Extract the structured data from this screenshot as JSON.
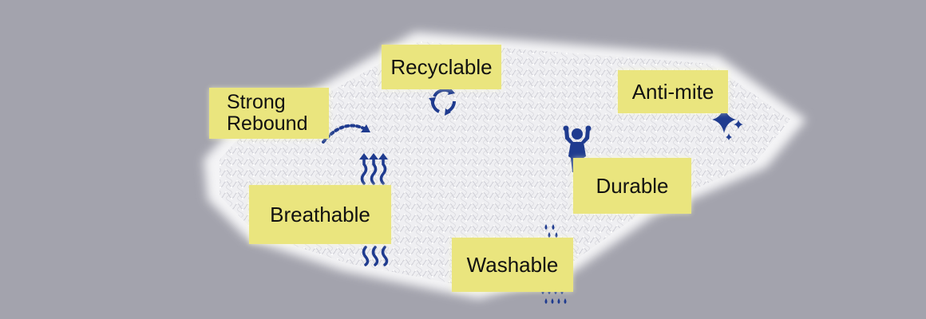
{
  "features": {
    "recyclable": {
      "label": "Recyclable",
      "icon": "recycle-arrows-icon"
    },
    "anti_mite": {
      "label": "Anti-mite",
      "icon": "sparkle-icon"
    },
    "strong_rebound": {
      "label": "Strong\nRebound",
      "icon": "dotted-arc-arrow-icon"
    },
    "durable": {
      "label": "Durable",
      "icon": "person-flexing-icon"
    },
    "breathable": {
      "label": "Breathable",
      "icon": "air-waves-icon"
    },
    "washable": {
      "label": "Washable",
      "icon": "water-drops-icon"
    }
  },
  "colors": {
    "background": "#a3a3ad",
    "label_fill": "#eae57e",
    "icon_blue": "#1f3b8f",
    "mesh_white": "#f4f4f6"
  }
}
